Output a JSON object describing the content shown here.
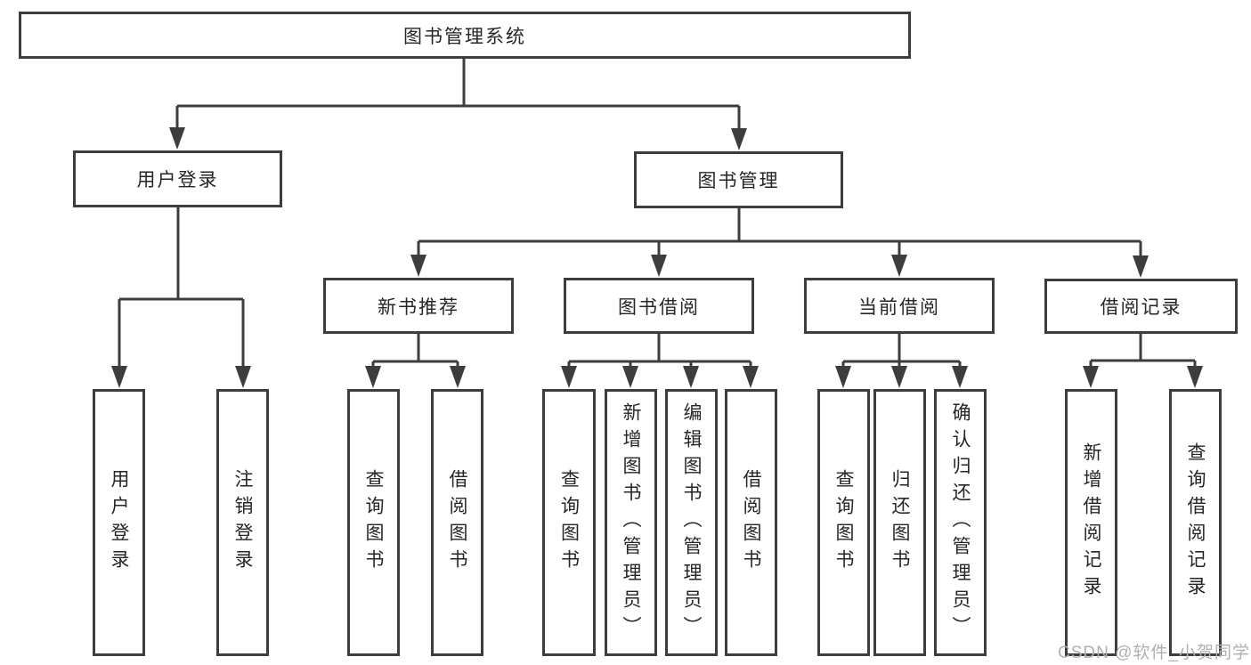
{
  "nodes": {
    "root": "图书管理系统",
    "level2": [
      "用户登录",
      "图书管理"
    ],
    "level3": [
      "新书推荐",
      "图书借阅",
      "当前借阅",
      "借阅记录"
    ],
    "leaves": [
      "用户登录",
      "注销登录",
      "查询图书",
      "借阅图书",
      "查询图书",
      "新增图书（管理员）",
      "编辑图书（管理员）",
      "借阅图书",
      "查询图书",
      "归还图书",
      "确认归还（管理员）",
      "新增借阅记录",
      "查询借阅记录"
    ]
  },
  "watermark": "CSDN @软件_小贺同学",
  "colors": {
    "line": "#3d3d3d",
    "text": "#262626",
    "background": "#ffffff",
    "watermark": "#b0b0b0"
  }
}
